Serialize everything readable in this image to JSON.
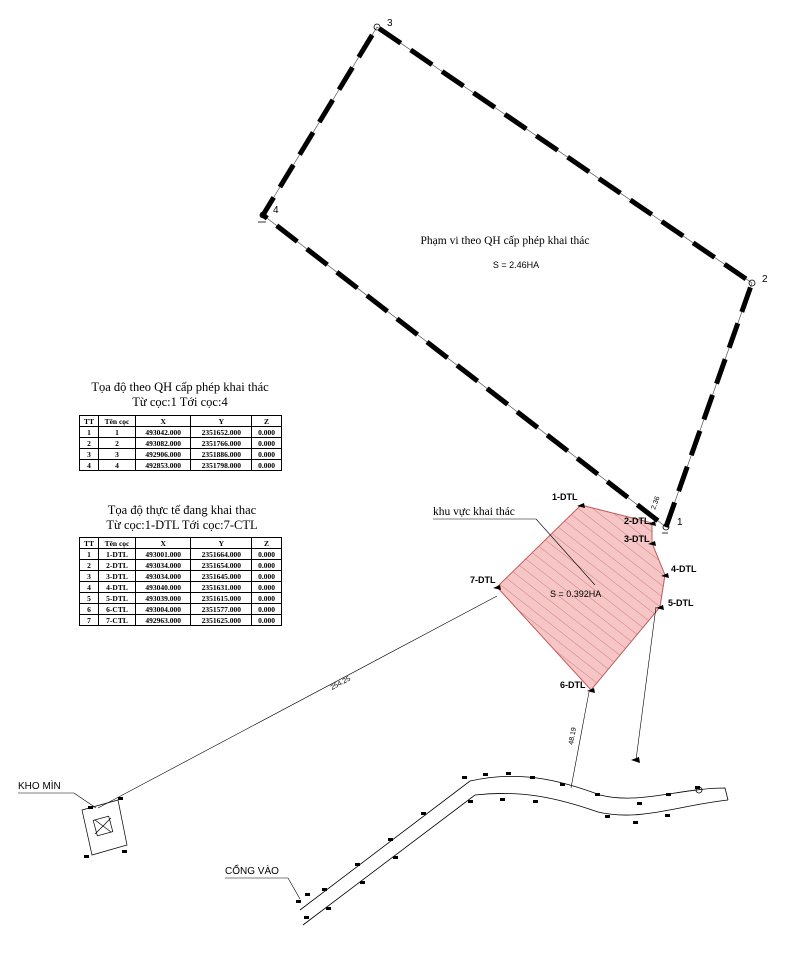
{
  "colors": {
    "ink": "#000000",
    "zone_fill": "#f6c6c6",
    "hatch": "#c46a6a",
    "zone_edge": "#c45a5a"
  },
  "licensed_area": {
    "title": "Phạm vi theo QH cấp phép khai thác",
    "area": "S = 2.46HA",
    "corner_labels": [
      "1",
      "2",
      "3",
      "4"
    ],
    "edge_dim": "2.36"
  },
  "mining_zone": {
    "label": "khu vực khai thác",
    "area": "S = 0.392HA",
    "point_labels": [
      "1-DTL",
      "2-DTL",
      "3-DTL",
      "4-DTL",
      "5-DTL",
      "6-DTL",
      "7-DTL"
    ]
  },
  "dimensions": {
    "to_warehouse": "254.25",
    "to_road": "48.19"
  },
  "warehouse_label": "KHO MÌN",
  "gate_label": "CỔNG VÀO",
  "table1": {
    "title": "Tọa độ theo QH cấp phép khai thác",
    "subtitle": "Từ cọc:1  Tới cọc:4",
    "headers": [
      "TT",
      "Tên cọc",
      "X",
      "Y",
      "Z"
    ],
    "rows": [
      [
        "1",
        "1",
        "493042.000",
        "2351652.000",
        "0.000"
      ],
      [
        "2",
        "2",
        "493082.000",
        "2351766.000",
        "0.000"
      ],
      [
        "3",
        "3",
        "492906.000",
        "2351886.000",
        "0.000"
      ],
      [
        "4",
        "4",
        "492853.000",
        "2351798.000",
        "0.000"
      ]
    ]
  },
  "table2": {
    "title": "Tọa độ thực tế đang khai thac",
    "subtitle": "Từ cọc:1-DTL  Tới cọc:7-CTL",
    "headers": [
      "TT",
      "Tên cọc",
      "X",
      "Y",
      "Z"
    ],
    "rows": [
      [
        "1",
        "1-DTL",
        "493001.000",
        "2351664.000",
        "0.000"
      ],
      [
        "2",
        "2-DTL",
        "493034.000",
        "2351654.000",
        "0.000"
      ],
      [
        "3",
        "3-DTL",
        "493034.000",
        "2351645.000",
        "0.000"
      ],
      [
        "4",
        "4-DTL",
        "493040.000",
        "2351631.000",
        "0.000"
      ],
      [
        "5",
        "5-DTL",
        "493039.000",
        "2351615.000",
        "0.000"
      ],
      [
        "6",
        "6-CTL",
        "493004.000",
        "2351577.000",
        "0.000"
      ],
      [
        "7",
        "7-CTL",
        "492963.000",
        "2351625.000",
        "0.000"
      ]
    ]
  }
}
